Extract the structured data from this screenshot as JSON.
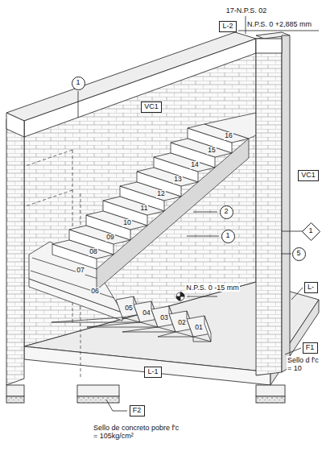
{
  "diagram": {
    "nodes": [
      {
        "text": [
          "1"
        ]
      },
      {
        "text": [
          "VC1"
        ]
      },
      {
        "text": [
          "L-2"
        ]
      },
      {
        "text": [
          "VC1"
        ]
      },
      {
        "text": [
          "2"
        ]
      },
      {
        "text": [
          "1"
        ]
      },
      {
        "text": [
          "1"
        ]
      },
      {
        "text": [
          "5"
        ]
      },
      {
        "text": [
          "L-"
        ]
      },
      {
        "text": [
          "F1"
        ]
      },
      {
        "text": [
          "L-1"
        ]
      },
      {
        "text": [
          "F2"
        ]
      }
    ],
    "labels": [
      "17-N.P.S. 02",
      "N.P.S. 0 +2,885 mm",
      "01",
      "02",
      "03",
      "04",
      "05",
      "06",
      "07",
      "08",
      "09",
      "10",
      "11",
      "12",
      "13",
      "14",
      "15",
      "16",
      "N.P.S. 0 -15 mm",
      "Sello d f'c = 10",
      "Sello de concreto pobre f'c = 105kg/cm²"
    ]
  }
}
